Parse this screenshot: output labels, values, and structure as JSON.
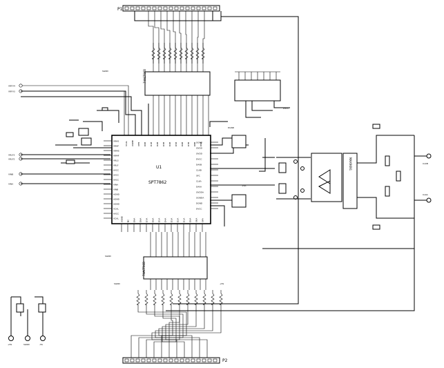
{
  "schematic": {
    "u1_label": "U1",
    "u1_part": "SPT7862",
    "connector_p1": "P1",
    "connector_p2": "P2",
    "supply_labels": [
      "+5S",
      "SGND",
      "-5S"
    ],
    "left_inputs": [
      "VRFV4",
      "VRFV3",
      "VRLF3",
      "VRLF2",
      "VINB",
      "VINA"
    ],
    "clock_labels": [
      "CLKB",
      "CLKA"
    ],
    "u1_left_pins": [
      "VRHS",
      "VRHF",
      "VRMS",
      "VRMF",
      "VRLS",
      "VRLF",
      "AVCC",
      "AVCC",
      "AVCC",
      "VINA",
      "VINB",
      "AGND",
      "AGND",
      "AGND",
      "VCAL",
      "AVCC",
      "VCAL"
    ],
    "u1_right_pins": [
      "OGND",
      "OVDD",
      "OVDD",
      "DVCC",
      "DAVB",
      "CLKB",
      "SFC",
      "CLKA",
      "DAVA",
      "OVDDA",
      "OGNDA",
      "DGND",
      "DVCC"
    ],
    "u1_bottom_pins": [
      "AGND",
      "NC",
      "D9A",
      "D8A",
      "D7A",
      "D6A",
      "D5A",
      "D4A",
      "D3A",
      "D2A",
      "D1A",
      "D0A",
      "OEA",
      "OFA"
    ],
    "u1_top_pins": [
      "VCAL",
      "AGND",
      "OFB",
      "D0B",
      "D1B",
      "D2B",
      "D3B",
      "D4B",
      "D5B",
      "D6B",
      "D7B",
      "D8B",
      "D9B"
    ],
    "upper_buffer": "74ACT06B",
    "lower_buffer": "74ACT06B",
    "clock_ic": "MAX9691",
    "misc_labels": [
      "DGND",
      "DVCC",
      "+5S",
      "+5A",
      "SGND",
      "SGND",
      "SGND"
    ]
  }
}
